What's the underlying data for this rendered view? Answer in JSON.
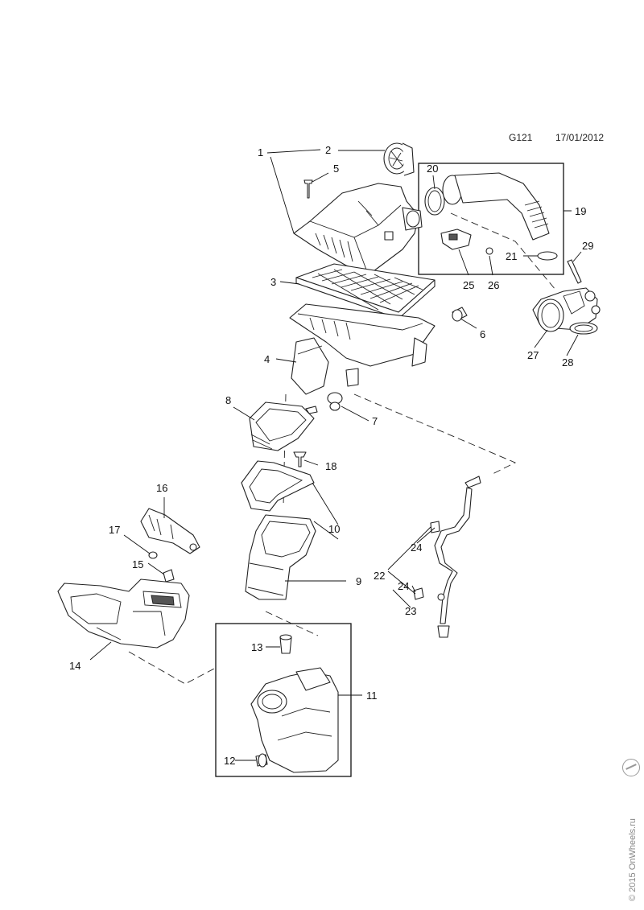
{
  "header": {
    "code": "G121",
    "date": "17/01/2012"
  },
  "watermark": "© 2015 OnWheels.ru",
  "callouts": {
    "c1": "1",
    "c2": "2",
    "c3": "3",
    "c4": "4",
    "c5": "5",
    "c6": "6",
    "c7": "7",
    "c8": "8",
    "c9": "9",
    "c10": "10",
    "c11": "11",
    "c12": "12",
    "c13": "13",
    "c14": "14",
    "c15": "15",
    "c16": "16",
    "c17": "17",
    "c18": "18",
    "c19": "19",
    "c20": "20",
    "c21": "21",
    "c22": "22",
    "c23": "23",
    "c24a": "24",
    "c24b": "24",
    "c25": "25",
    "c26": "26",
    "c27": "27",
    "c28": "28",
    "c29": "29"
  }
}
